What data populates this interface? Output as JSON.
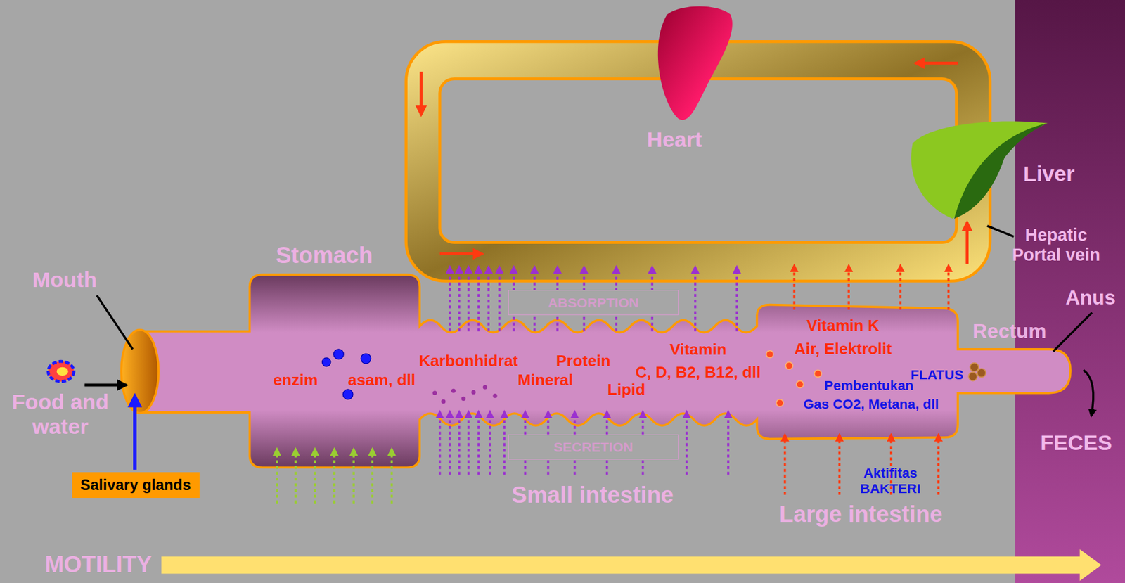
{
  "diagram": {
    "nodes": [
      {
        "text": [
          "Salivary glands"
        ]
      },
      {
        "text": [
          "ABSORPTION"
        ]
      },
      {
        "text": [
          "SECRETION"
        ]
      }
    ],
    "labels": [
      "Heart",
      "Liver",
      "Hepatic Portal vein",
      "Mouth",
      "Stomach",
      "Anus",
      "Rectum",
      "Food and water",
      "enzim",
      "asam, dll",
      "Karbonhidrat",
      "Protein",
      "Mineral",
      "Vitamin",
      "C, D, B2, B12, dll",
      "Lipid",
      "Vitamin K",
      "Air, Elektrolit",
      "Pembentukan",
      "Gas CO2, Metana, dll",
      "FLATUS",
      "FECES",
      "Aktifitas BAKTERI",
      "Small intestine",
      "Large intestine",
      "MOTILITY"
    ]
  }
}
